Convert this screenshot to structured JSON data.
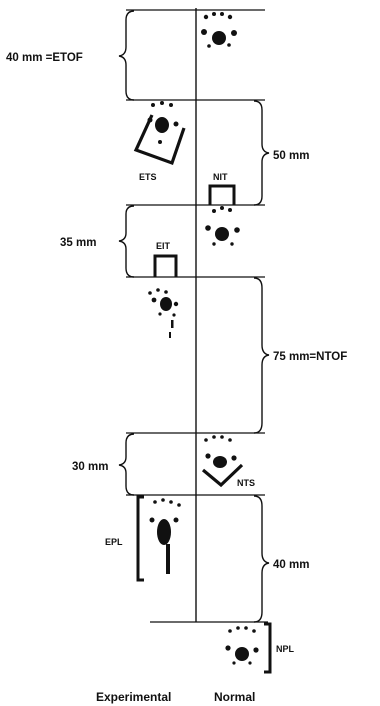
{
  "diagram": {
    "measurements": {
      "etof": "40 mm =ETOF",
      "ets_nit": "50 mm",
      "eit": "35 mm",
      "ntof": "75 mm=NTOF",
      "nts": "30 mm",
      "epl_npl": "40 mm"
    },
    "labels": {
      "ets": "ETS",
      "nit": "NIT",
      "eit": "EIT",
      "nts": "NTS",
      "epl": "EPL",
      "npl": "NPL"
    },
    "columns": {
      "experimental": "Experimental",
      "normal": "Normal"
    },
    "colors": {
      "ink": "#111111",
      "background": "#ffffff"
    }
  }
}
